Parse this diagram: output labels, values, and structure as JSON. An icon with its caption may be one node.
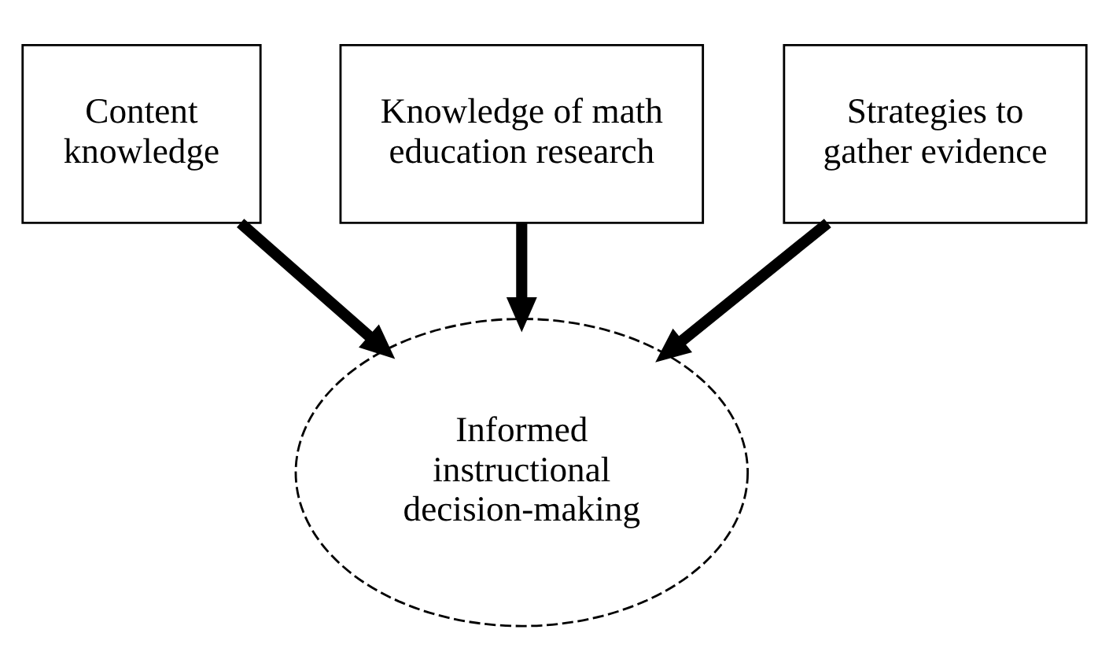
{
  "diagram": {
    "nodes": [
      {
        "text": [
          "Content knowledge"
        ]
      },
      {
        "text": [
          "Knowledge of math education research"
        ]
      },
      {
        "text": [
          "Strategies to gather evidence"
        ]
      },
      {
        "text": [
          "Informed instructional decision-making"
        ]
      }
    ],
    "edges": [
      {
        "from": 0,
        "to": 3,
        "arrow": "to"
      },
      {
        "from": 1,
        "to": 3,
        "arrow": "to"
      },
      {
        "from": 2,
        "to": 3,
        "arrow": "to"
      }
    ]
  }
}
